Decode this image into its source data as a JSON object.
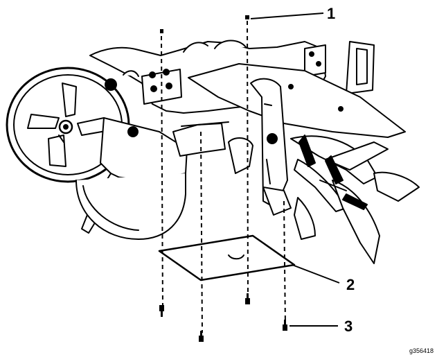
{
  "figure": {
    "id": "g356418",
    "callouts": [
      {
        "number": "1"
      },
      {
        "number": "2"
      },
      {
        "number": "3"
      }
    ]
  }
}
